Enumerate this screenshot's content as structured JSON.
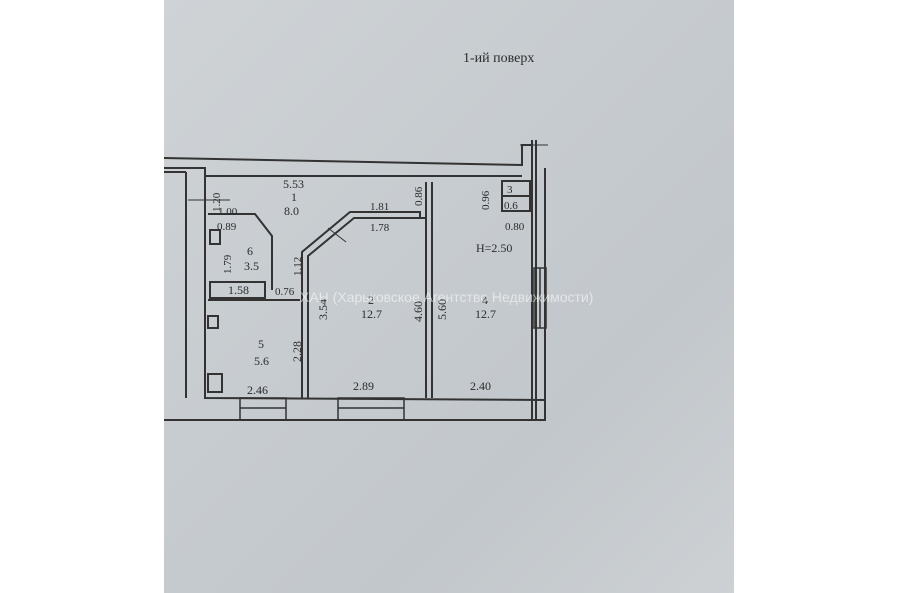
{
  "floor_title": "1-ий поверх",
  "watermark": "ХАН (Харьковское Агентство Недвижимости)",
  "height_note": "H=2.50",
  "rooms": [
    {
      "number": "1",
      "area": "8.0"
    },
    {
      "number": "2",
      "area": "12.7"
    },
    {
      "number": "3",
      "area": "0.6"
    },
    {
      "number": "4",
      "area": "12.7"
    },
    {
      "number": "5",
      "area": "5.6"
    },
    {
      "number": "6",
      "area": "3.5"
    }
  ],
  "dimensions": {
    "hall_width": "5.53",
    "hall_left": "1.20",
    "bath_top": "1.00",
    "bath_inner": "0.89",
    "bath_height": "1.79",
    "bath_bottom": "1.58",
    "corridor": "1.12",
    "gap": "0.76",
    "kitchen_height": "2.28",
    "kitchen_width": "2.46",
    "room2_top": "1.81",
    "room2_diag": "1.78",
    "room2_left": "3.54",
    "room2_right": "4.60",
    "room2_width": "2.89",
    "room4_left": "5.60",
    "room4_width": "2.40",
    "niche_top": "0.86",
    "closet_left": "0.96",
    "closet_bottom": "0.80"
  }
}
